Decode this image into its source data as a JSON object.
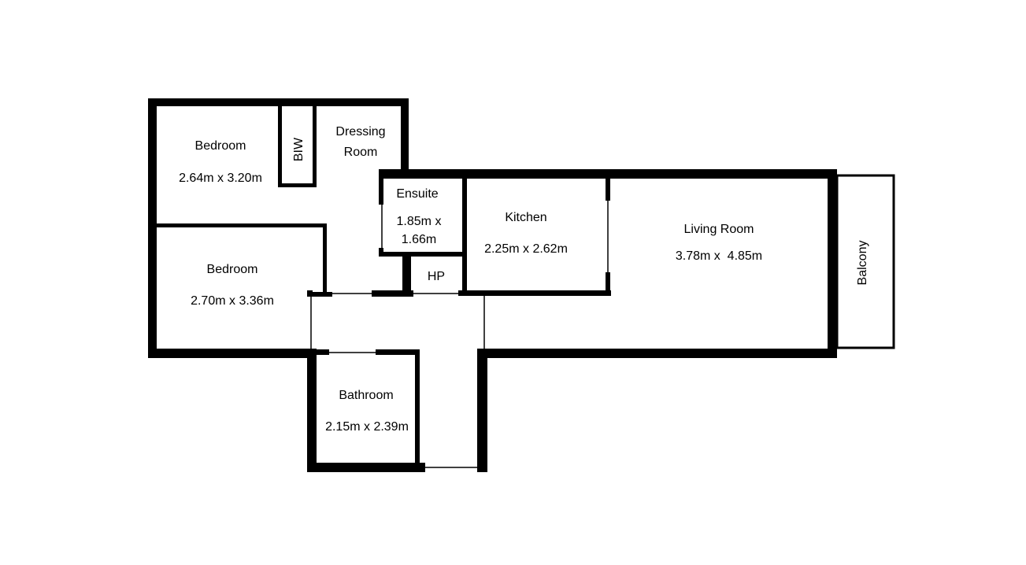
{
  "colors": {
    "wall": "#000000",
    "background": "#ffffff"
  },
  "rooms": {
    "bedroom_1": {
      "name": "Bedroom",
      "size": "2.64m x 3.20m"
    },
    "biw": {
      "name": "BIW"
    },
    "dressing_room": {
      "line1": "Dressing",
      "line2": "Room"
    },
    "bedroom_2": {
      "name": "Bedroom",
      "size": "2.70m x 3.36m"
    },
    "ensuite": {
      "name": "Ensuite",
      "size_line1": "1.85m x",
      "size_line2": "1.66m"
    },
    "hp": {
      "name": "HP"
    },
    "kitchen": {
      "name": "Kitchen",
      "size": "2.25m x 2.62m"
    },
    "living_room": {
      "name": "Living Room",
      "size": "3.78m x  4.85m"
    },
    "balcony": {
      "name": "Balcony"
    },
    "bathroom": {
      "name": "Bathroom",
      "size": "2.15m x 2.39m"
    }
  }
}
